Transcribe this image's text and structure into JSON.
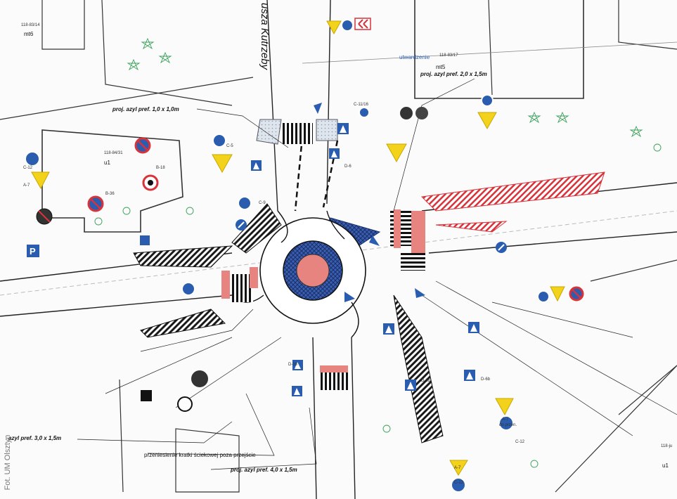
{
  "street_name": "usza Kutrzeby",
  "labels": {
    "island_1_0": "proj. azyl pref. 1,0 x 1,0m",
    "island_2_0": "proj. azyl pref. 2,0 x 1,5m",
    "island_3_0": "azyl pref. 3,0 x 1,5m",
    "island_4_0": "proj. azyl pref. 4,0 x 1,5m",
    "drain_note": "przeniesienie kratki ściekowej poza przejście",
    "hardening": "utwardzenie"
  },
  "parcels": [
    "mt6",
    "mt5",
    "u1",
    "u1"
  ],
  "parcel_codes": [
    "118-83/14",
    "118-83/17",
    "118-84/31",
    "118-ju"
  ],
  "sign_captions": {
    "a7_1": "A-7",
    "a7_2": "A-7",
    "a7_3": "A-7",
    "c12_1": "C-12",
    "c12_2": "C-12",
    "c12_3": "C-12",
    "d6_1": "D-6",
    "d6b_1": "D-6b",
    "d6b_2": "D-6b",
    "do_przen": "do przen.",
    "c9": "C-9",
    "c5": "C-5",
    "b36": "B-36",
    "b18": "B-18",
    "d18": "D-18",
    "p": "P",
    "c11_16": "C-11/16"
  },
  "credit": "Fot. UM Olsztyn",
  "colors": {
    "hatch": "#1a1a1a",
    "crossing": "#e8847f",
    "cross_hatch_blue": "#3a5fb0",
    "sign_blue": "#2a5db0",
    "sign_yellow": "#f3d21c",
    "sign_red": "#d8323a"
  },
  "icons": [
    "warning-triangle-icon",
    "roundabout-sign-icon",
    "pedestrian-crossing-sign-icon",
    "no-parking-sign-icon",
    "traffic-light-icon",
    "parking-sign-icon",
    "tree-icon"
  ]
}
